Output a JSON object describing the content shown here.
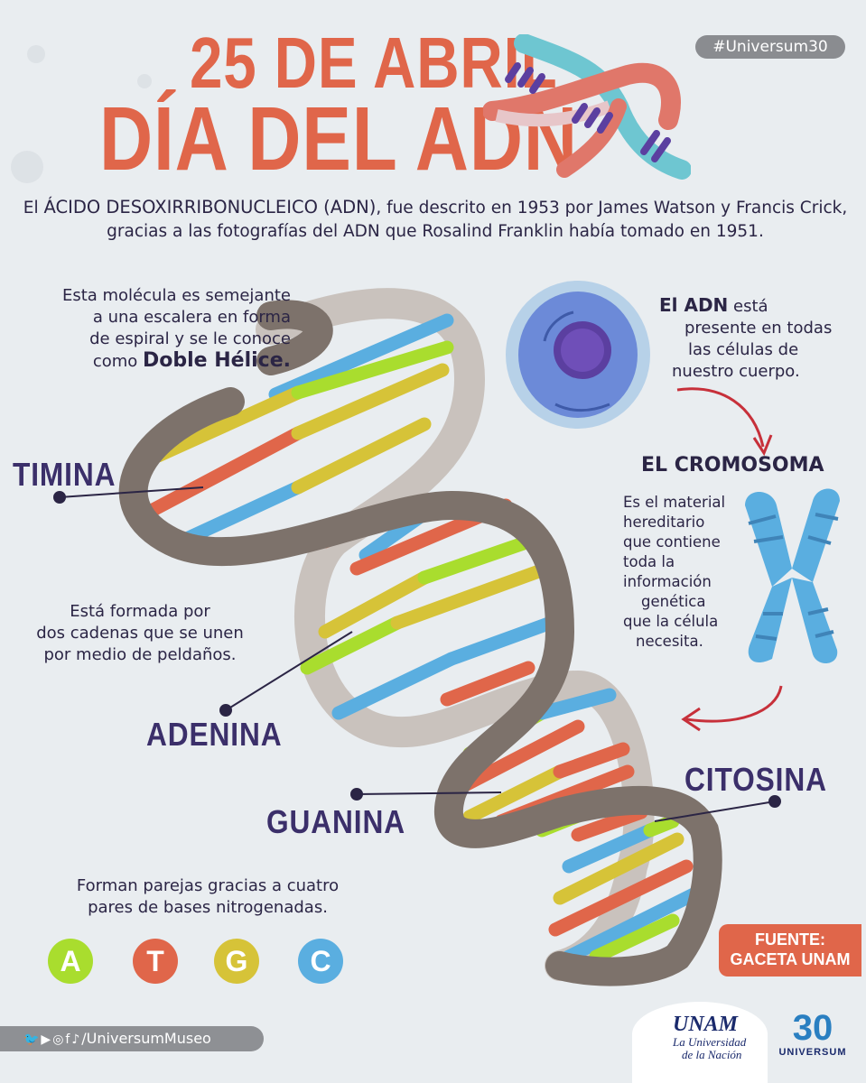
{
  "hashtag": "#Universum30",
  "title": {
    "line1": "25 DE ABRIL",
    "line2": "DÍA DEL ADN"
  },
  "intro": {
    "pre": "El ",
    "highlight": "ÁCIDO DESOXIRRIBONUCLEICO (ADN)",
    "post": ", fue descrito en 1953 por James Watson y Francis Crick, gracias a las fotografías del ADN que Rosalind Franklin había tomado en 1951."
  },
  "helix_text": {
    "line1": "Esta molécula es semejante",
    "line2": "a una escalera en forma",
    "line3": "de espiral y se le conoce",
    "line4_pre": "como ",
    "line4_bold": "Doble Hélice."
  },
  "cell_text": {
    "bold": "El ADN",
    "line1_rest": " está",
    "line2": "presente en todas",
    "line3": "las células de",
    "line4": "nuestro cuerpo."
  },
  "chromosome": {
    "heading": "EL CROMOSOMA",
    "lines": [
      "Es el material",
      "hereditario",
      "que contiene",
      "toda la",
      "información",
      "genética",
      "que la célula",
      "necesita."
    ]
  },
  "chains_text": {
    "line1": "Está formada por",
    "line2": "dos cadenas que se unen",
    "line3": "por medio de peldaños."
  },
  "labels": {
    "timina": "TIMINA",
    "adenina": "ADENINA",
    "guanina": "GUANINA",
    "citosina": "CITOSINA"
  },
  "pairs_text": {
    "line1": "Forman parejas gracias a cuatro",
    "line2": "pares de bases nitrogenadas."
  },
  "bases": [
    {
      "letter": "A",
      "color": "#a9dd2e"
    },
    {
      "letter": "T",
      "color": "#e0664a"
    },
    {
      "letter": "G",
      "color": "#d6c338"
    },
    {
      "letter": "C",
      "color": "#5aaee0"
    }
  ],
  "source": {
    "line1": "FUENTE:",
    "line2": "GACETA UNAM"
  },
  "social": {
    "icons": "🐦▶◎f♪",
    "handle": "/UniversumMuseo"
  },
  "logos": {
    "unam_brand": "UNAM",
    "unam_tag1": "La Universidad",
    "unam_tag2": "de la Nación",
    "universum_num": "30",
    "universum_name": "UNIVERSUM"
  },
  "colors": {
    "title": "#e0664a",
    "label": "#3b2f6a",
    "strand": "#8a7c72",
    "strand_light": "#c9c2bd"
  }
}
